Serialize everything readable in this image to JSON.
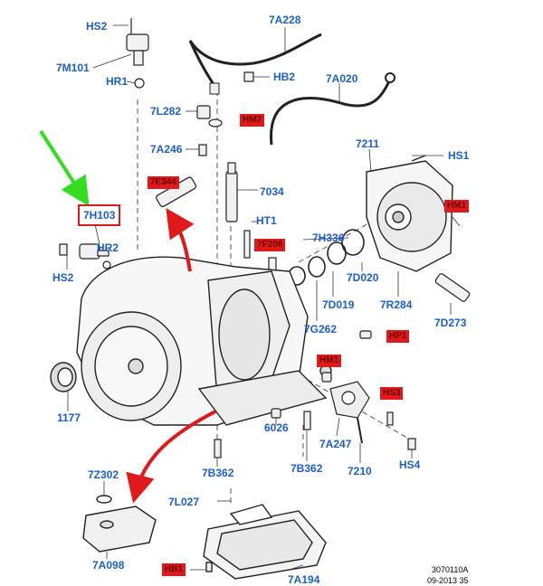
{
  "labels": {
    "hs2_top": "HS2",
    "l7a228": "7A228",
    "l7m101": "7M101",
    "hr1": "HR1",
    "hb2": "HB2",
    "l7a020": "7A020",
    "l7l282": "7L282",
    "l7a246": "7A246",
    "l7211": "7211",
    "hs1": "HS1",
    "l7034": "7034",
    "ht1": "HT1",
    "l7h336": "7H336",
    "hr2": "HR2",
    "hs2_left": "HS2",
    "l7d020": "7D020",
    "l7d019": "7D019",
    "l7r284": "7R284",
    "l7g262": "7G262",
    "l7d273": "7D273",
    "l1177": "1177",
    "l6026": "6026",
    "l7a247": "7A247",
    "l7210": "7210",
    "hs4": "HS4",
    "l7b362_a": "7B362",
    "l7b362_b": "7B362",
    "l7z302": "7Z302",
    "l7l027": "7L027",
    "l7a098": "7A098",
    "l7a194": "7A194"
  },
  "highlighted_part": "7H103",
  "red_tags": {
    "tag_a": "HM2",
    "tag_b": "7E344",
    "tag_c": "HM1",
    "tag_d": "7F206",
    "tag_e": "HP1",
    "tag_f": "HM1",
    "tag_g": "HS3",
    "tag_h": "HB1"
  },
  "footer": {
    "code": "3070110A",
    "date": "09-2013 35"
  },
  "colors": {
    "label_blue": "#1a5fd0",
    "tag_red": "#e01a1a",
    "arrow_green": "#33dd22",
    "arrow_red": "#e01a1a"
  }
}
